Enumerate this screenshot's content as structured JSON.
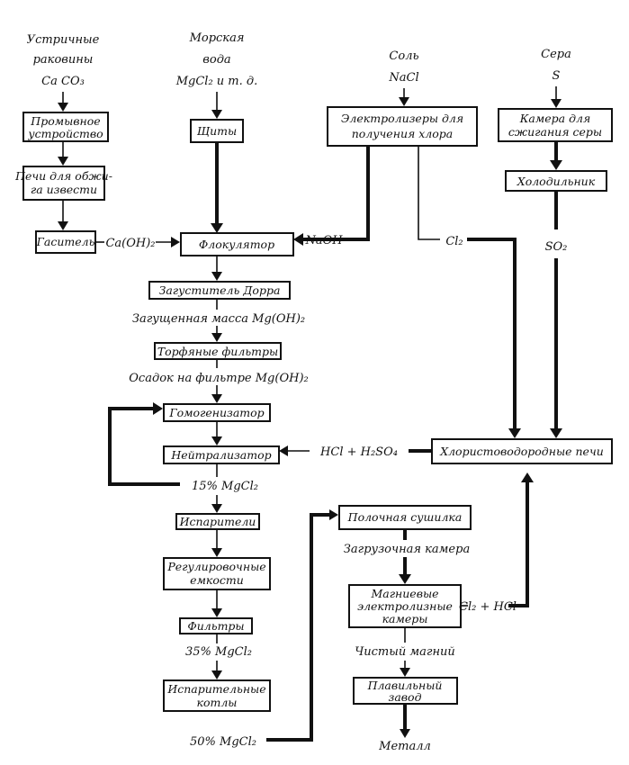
{
  "diagram": {
    "sources": {
      "shells": [
        "Устричные",
        "раковины",
        "Ca CO₃"
      ],
      "seawater": [
        "Морская",
        "вода",
        "MgCl₂ и т. д."
      ],
      "salt": [
        "Соль",
        "NaCl"
      ],
      "sulfur": [
        "Сера",
        "S"
      ]
    },
    "boxes": {
      "washer": [
        "Промывное",
        "устройство"
      ],
      "kilns": [
        "Печи для обжи-",
        "га извести"
      ],
      "slaker": [
        "Гаситель"
      ],
      "screens": [
        "Щиты"
      ],
      "electrolyzers": [
        "Электролизеры для",
        "получения хлора"
      ],
      "burner": [
        "Камера для",
        "сжигания серы"
      ],
      "cooler": [
        "Холодильник"
      ],
      "flocculator": [
        "Флокулятор"
      ],
      "thickener": [
        "Загуститель Дорра"
      ],
      "peat_filters": [
        "Торфяные фильтры"
      ],
      "homogenizer": [
        "Гомогенизатор"
      ],
      "neutralizer": [
        "Нейтрализатор"
      ],
      "hcl_furnaces": [
        "Хлористоводородные печи"
      ],
      "evaporators": [
        "Испарители"
      ],
      "regulating_tanks": [
        "Регулировочные",
        "емкости"
      ],
      "filters": [
        "Фильтры"
      ],
      "evap_boilers": [
        "Испарительные",
        "котлы"
      ],
      "shelf_dryer": [
        "Полочная сушилка"
      ],
      "mg_cells": [
        "Магниевые",
        "электролизные",
        "камеры"
      ],
      "smelter": [
        "Плавильный",
        "завод"
      ]
    },
    "labels": {
      "caoh2": "Ca(OH)₂",
      "naoh": "NaOH",
      "cl2": "Cl₂",
      "so2": "SO₂",
      "thick_mass": "Загущенная масса Mg(OH)₂",
      "filter_cake": "Осадок на фильтре Mg(OH)₂",
      "hcl_h2so4": "HCl + H₂SO₄",
      "mgcl2_15": "15% MgCl₂",
      "mgcl2_35": "35% MgCl₂",
      "mgcl2_50": "50% MgCl₂",
      "loading_chamber": "Загрузочная камера",
      "pure_mg": "Чистый магний",
      "cl2_hcl": "Cl₂ + HCl",
      "metal": "Металл"
    }
  }
}
